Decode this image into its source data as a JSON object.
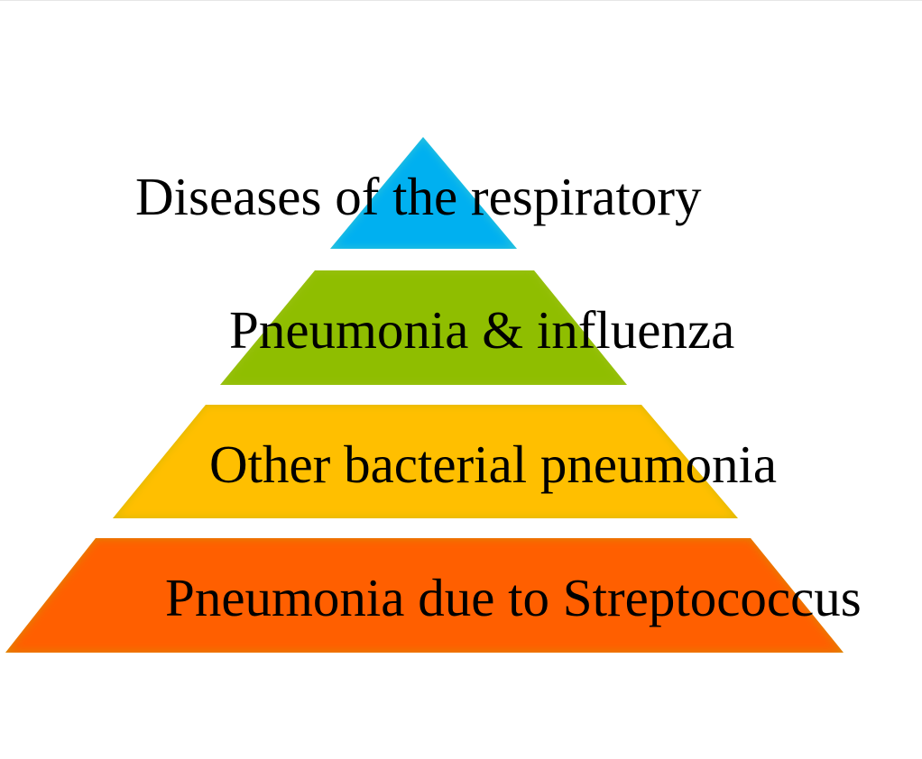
{
  "diagram": {
    "type": "pyramid",
    "levels": [
      {
        "label": "Diseases of the respiratory",
        "color": "#00B0F0",
        "edge_color": "#33C6D8"
      },
      {
        "label": "Pneumonia & influenza",
        "color": "#8FBE00",
        "edge_color": "#9CC118"
      },
      {
        "label": "Other bacterial pneumonia",
        "color": "#FFBF00",
        "edge_color": "#D9B800"
      },
      {
        "label": "Pneumonia due to Streptococcus",
        "color": "#FF5F00",
        "edge_color": "#D98B00"
      }
    ]
  }
}
